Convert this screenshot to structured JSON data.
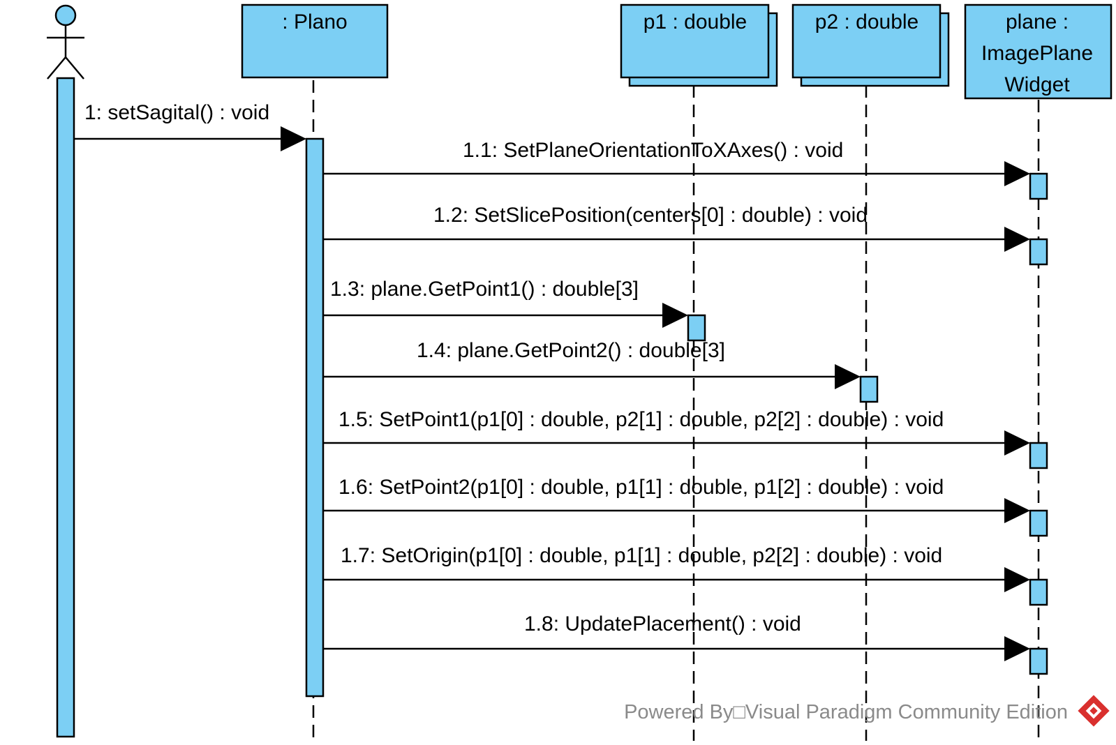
{
  "colors": {
    "fill": "#7ccff4",
    "stroke": "#000000",
    "watermark_text": "#8a8a8a",
    "logo": "#d9302e"
  },
  "lifelines": [
    {
      "id": "actor",
      "kind": "actor",
      "label": ""
    },
    {
      "id": "plano",
      "kind": "object",
      "label": ": Plano"
    },
    {
      "id": "p1",
      "kind": "multi-object",
      "label": "p1 : double"
    },
    {
      "id": "p2",
      "kind": "multi-object",
      "label": "p2 : double"
    },
    {
      "id": "plane",
      "kind": "object",
      "label_lines": [
        "plane :",
        "ImagePlane",
        "Widget"
      ]
    }
  ],
  "messages": [
    {
      "from": "actor",
      "to": "plano",
      "label": "1: setSagital() : void"
    },
    {
      "from": "plano",
      "to": "plane",
      "label": "1.1: SetPlaneOrientationToXAxes() : void"
    },
    {
      "from": "plano",
      "to": "plane",
      "label": "1.2: SetSlicePosition(centers[0] : double) : void"
    },
    {
      "from": "plano",
      "to": "p1",
      "label": "1.3: plane.GetPoint1() : double[3]"
    },
    {
      "from": "plano",
      "to": "p2",
      "label": "1.4: plane.GetPoint2() : double[3]"
    },
    {
      "from": "plano",
      "to": "plane",
      "label": "1.5: SetPoint1(p1[0] : double, p2[1] : double, p2[2] : double) : void"
    },
    {
      "from": "plano",
      "to": "plane",
      "label": "1.6: SetPoint2(p1[0] : double, p1[1] : double, p1[2] : double) : void"
    },
    {
      "from": "plano",
      "to": "plane",
      "label": "1.7: SetOrigin(p1[0] : double, p1[1] : double, p2[2] : double) : void"
    },
    {
      "from": "plano",
      "to": "plane",
      "label": "1.8: UpdatePlacement() : void"
    }
  ],
  "watermark": {
    "text": "Powered By□Visual Paradigm Community Edition",
    "logo_icon": "visual-paradigm-logo-icon"
  }
}
